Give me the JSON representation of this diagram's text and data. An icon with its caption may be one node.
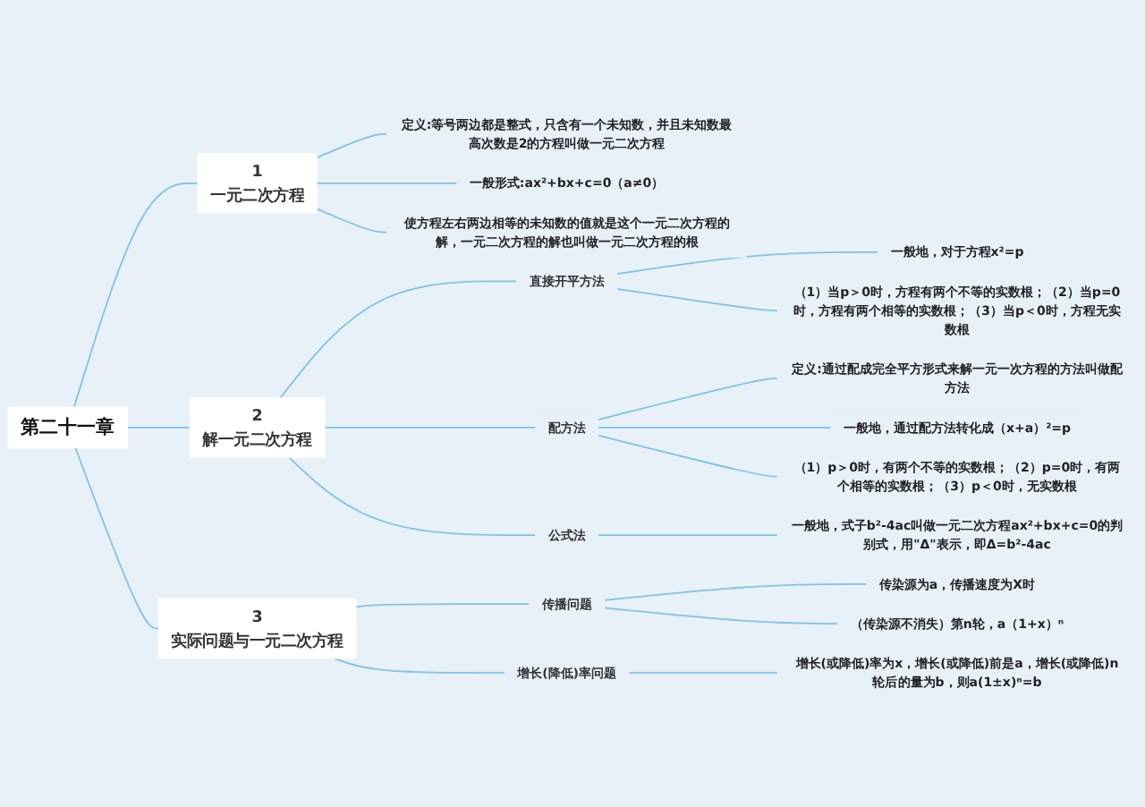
{
  "diagram": {
    "nodes": [
      {
        "text": [
          "第二十一章"
        ]
      },
      {
        "text": [
          "1",
          "一元二次方程"
        ]
      },
      {
        "text": [
          "定义:等号两边都是整式，只含有一个未知数，并且未知数最高次数是2的方程叫做一元二次方程"
        ]
      },
      {
        "text": [
          "一般形式:ax²+bx+c=0（a≠0）"
        ]
      },
      {
        "text": [
          "使方程左右两边相等的未知数的值就是这个一元二次方程的解，一元二次方程的解也叫做一元二次方程的根"
        ]
      },
      {
        "text": [
          "2",
          "解一元二次方程"
        ]
      },
      {
        "text": [
          "直接开平方法"
        ]
      },
      {
        "text": [
          "一般地，对于方程x²=p"
        ]
      },
      {
        "text": [
          "（1）当p＞0时，方程有两个不等的实数根；（2）当p=0时，方程有两个相等的实数根；（3）当p＜0时，方程无实数根"
        ]
      },
      {
        "text": [
          "配方法"
        ]
      },
      {
        "text": [
          "定义:通过配成完全平方形式来解一元一次方程的方法叫做配方法"
        ]
      },
      {
        "text": [
          "一般地，通过配方法转化成（x+a）²=p"
        ]
      },
      {
        "text": [
          "（1）p＞0时，有两个不等的实数根；（2）p=0时，有两个相等的实数根；（3）p＜0时，无实数根"
        ]
      },
      {
        "text": [
          "公式法"
        ]
      },
      {
        "text": [
          "一般地，式子b²-4ac叫做一元二次方程ax²+bx+c=0的判别式，用\"Δ\"表示，即Δ=b²-4ac"
        ]
      },
      {
        "text": [
          "3",
          "实际问题与一元二次方程"
        ]
      },
      {
        "text": [
          "传播问题"
        ]
      },
      {
        "text": [
          "传染源为a，传播速度为X时"
        ]
      },
      {
        "text": [
          "（传染源不消失）第n轮，a（1+x）ⁿ"
        ]
      },
      {
        "text": [
          "增长(降低)率问题"
        ]
      },
      {
        "text": [
          "增长(或降低)率为x，增长(或降低)前是a，增长(或降低)n轮后的量为b，则a(1±x)ⁿ=b"
        ]
      }
    ],
    "edges": [
      {
        "from": 0,
        "to": 1,
        "arrow": "none"
      },
      {
        "from": 1,
        "to": 2,
        "arrow": "none"
      },
      {
        "from": 1,
        "to": 3,
        "arrow": "none"
      },
      {
        "from": 1,
        "to": 4,
        "arrow": "none"
      },
      {
        "from": 0,
        "to": 5,
        "arrow": "none"
      },
      {
        "from": 5,
        "to": 6,
        "arrow": "none"
      },
      {
        "from": 6,
        "to": 7,
        "arrow": "none"
      },
      {
        "from": 6,
        "to": 8,
        "arrow": "none"
      },
      {
        "from": 5,
        "to": 9,
        "arrow": "none"
      },
      {
        "from": 9,
        "to": 10,
        "arrow": "none"
      },
      {
        "from": 9,
        "to": 11,
        "arrow": "none"
      },
      {
        "from": 9,
        "to": 12,
        "arrow": "none"
      },
      {
        "from": 5,
        "to": 13,
        "arrow": "none"
      },
      {
        "from": 13,
        "to": 14,
        "arrow": "none"
      },
      {
        "from": 0,
        "to": 15,
        "arrow": "none"
      },
      {
        "from": 15,
        "to": 16,
        "arrow": "none"
      },
      {
        "from": 16,
        "to": 17,
        "arrow": "none"
      },
      {
        "from": 16,
        "to": 18,
        "arrow": "none"
      },
      {
        "from": 15,
        "to": 19,
        "arrow": "none"
      },
      {
        "from": 19,
        "to": 20,
        "arrow": "none"
      }
    ]
  }
}
